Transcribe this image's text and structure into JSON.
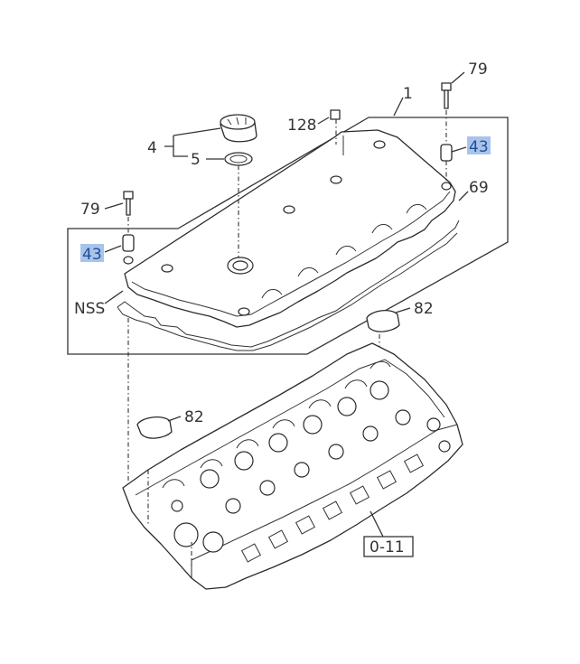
{
  "diagram": {
    "callouts": {
      "c79_top": "79",
      "c1": "1",
      "c128": "128",
      "c43_right": "43",
      "c4": "4",
      "c5": "5",
      "c69": "69",
      "c79_left": "79",
      "c43_left": "43",
      "c82_right": "82",
      "c82_left": "82",
      "nss": "NSS",
      "ref_0_11": "0-11"
    },
    "colors": {
      "highlight": "#a9c4ea",
      "highlight_text": "#1d4f9c",
      "line": "#333333"
    }
  }
}
